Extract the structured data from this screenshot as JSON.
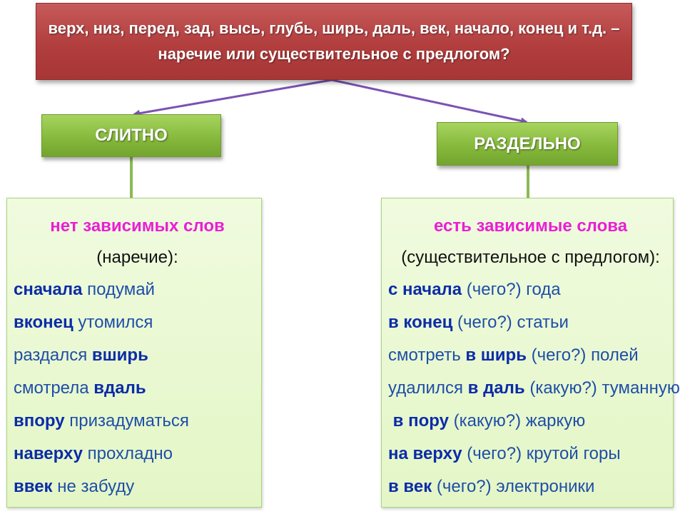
{
  "question": {
    "line1": "верх, низ, перед, зад, высь, глубь, ширь, даль, век, начало, конец и т.д. –",
    "line2": "наречие или существительное с предлогом?"
  },
  "left": {
    "category": "СЛИТНО",
    "heading": "нет зависимых слов",
    "subheading": "(наречие):",
    "examples": [
      {
        "pre": "",
        "bold": "сначала",
        "post": " подумай"
      },
      {
        "pre": "",
        "bold": "вконец",
        "post": " утомился"
      },
      {
        "pre": "раздался ",
        "bold": "вширь",
        "post": ""
      },
      {
        "pre": "смотрела ",
        "bold": "вдаль",
        "post": ""
      },
      {
        "pre": "",
        "bold": "впору",
        "post": " призадуматься"
      },
      {
        "pre": "",
        "bold": "наверху",
        "post": " прохладно"
      },
      {
        "pre": "",
        "bold": "ввек",
        "post": " не забуду"
      }
    ]
  },
  "right": {
    "category": "РАЗДЕЛЬНО",
    "heading": "есть зависимые слова",
    "subheading": "(существительное с предлогом):",
    "examples": [
      {
        "pre": "",
        "bold": "с начала",
        "post": " (чего?) года"
      },
      {
        "pre": "",
        "bold": "в конец",
        "post": " (чего?) статьи"
      },
      {
        "pre": "смотреть ",
        "bold": "в ширь",
        "post": " (чего?) полей"
      },
      {
        "pre": "удалился ",
        "bold": "в даль",
        "post": " (какую?) туманную"
      },
      {
        "pre": " ",
        "bold": "в пору",
        "post": " (какую?) жаркую"
      },
      {
        "pre": "",
        "bold": "на верху",
        "post": " (чего?) крутой горы"
      },
      {
        "pre": "",
        "bold": "в век",
        "post": " (чего?) электроники"
      }
    ]
  },
  "colors": {
    "question_box": "#b23e3e",
    "category_box": "#84b73a",
    "heading_text": "#e91fd4",
    "example_text": "#1e4ea8",
    "arrow": "#7b52b3"
  }
}
